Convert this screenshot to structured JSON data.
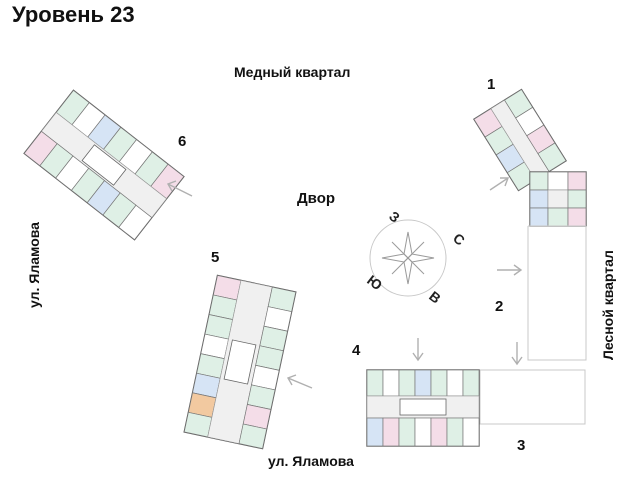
{
  "title": "Уровень 23",
  "streets": {
    "north": "Медный квартал",
    "east": "Лесной квартал",
    "west": "ул. Яламова",
    "south": "ул. Яламова"
  },
  "courtyard": "Двор",
  "compass": {
    "n": "С",
    "e": "В",
    "s": "Ю",
    "w": "З"
  },
  "sections": [
    "1",
    "2",
    "3",
    "4",
    "5",
    "6"
  ],
  "colors": {
    "wall": "#555555",
    "unit_green": "#dff0e6",
    "unit_blue": "#d6e4f5",
    "unit_pink": "#f4dde8",
    "unit_orange": "#f2c9a0",
    "corridor": "#f3f3f3",
    "arrow": "#b0b0b0"
  }
}
